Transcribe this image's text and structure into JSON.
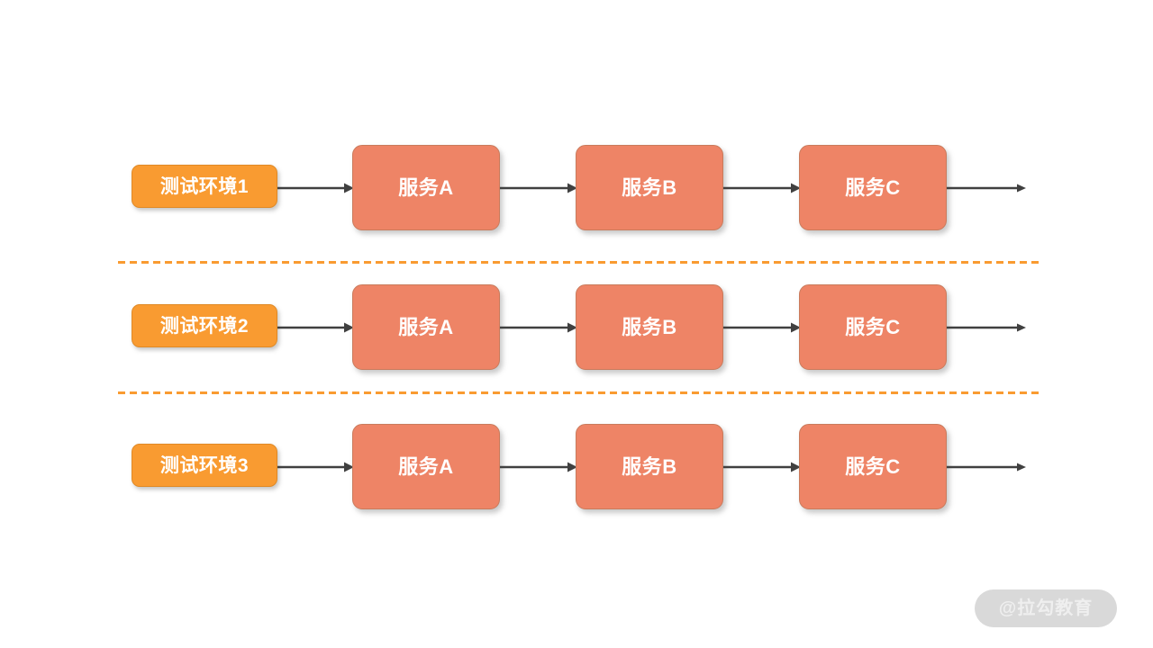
{
  "diagram": {
    "title": "Multi-environment service chain",
    "colors": {
      "background": "#ffffff",
      "env_box_fill": "#F99B31",
      "env_box_border": "#E08A26",
      "service_box_fill": "#EE8466",
      "service_box_border": "#C97B5C",
      "arrow": "#404040",
      "separator": "#F99B31",
      "box_text": "#FFFFFF",
      "watermark_pill": "#D9D9D9",
      "watermark_text": "#EFEFEF"
    },
    "rows": [
      {
        "env": {
          "label": "测试环境1"
        },
        "services": [
          {
            "label": "服务A"
          },
          {
            "label": "服务B"
          },
          {
            "label": "服务C"
          }
        ],
        "arrows": [
          "arrow-env-to-a",
          "arrow-a-to-b",
          "arrow-b-to-c",
          "arrow-c-out"
        ]
      },
      {
        "env": {
          "label": "测试环境2"
        },
        "services": [
          {
            "label": "服务A"
          },
          {
            "label": "服务B"
          },
          {
            "label": "服务C"
          }
        ],
        "arrows": [
          "arrow-env-to-a",
          "arrow-a-to-b",
          "arrow-b-to-c",
          "arrow-c-out"
        ]
      },
      {
        "env": {
          "label": "测试环境3"
        },
        "services": [
          {
            "label": "服务A"
          },
          {
            "label": "服务B"
          },
          {
            "label": "服务C"
          }
        ],
        "arrows": [
          "arrow-env-to-a",
          "arrow-a-to-b",
          "arrow-b-to-c",
          "arrow-c-out"
        ]
      }
    ],
    "separators": [
      {
        "name": "dashed-separator-1"
      },
      {
        "name": "dashed-separator-2"
      }
    ]
  },
  "watermark": {
    "text": "@拉勾教育"
  }
}
